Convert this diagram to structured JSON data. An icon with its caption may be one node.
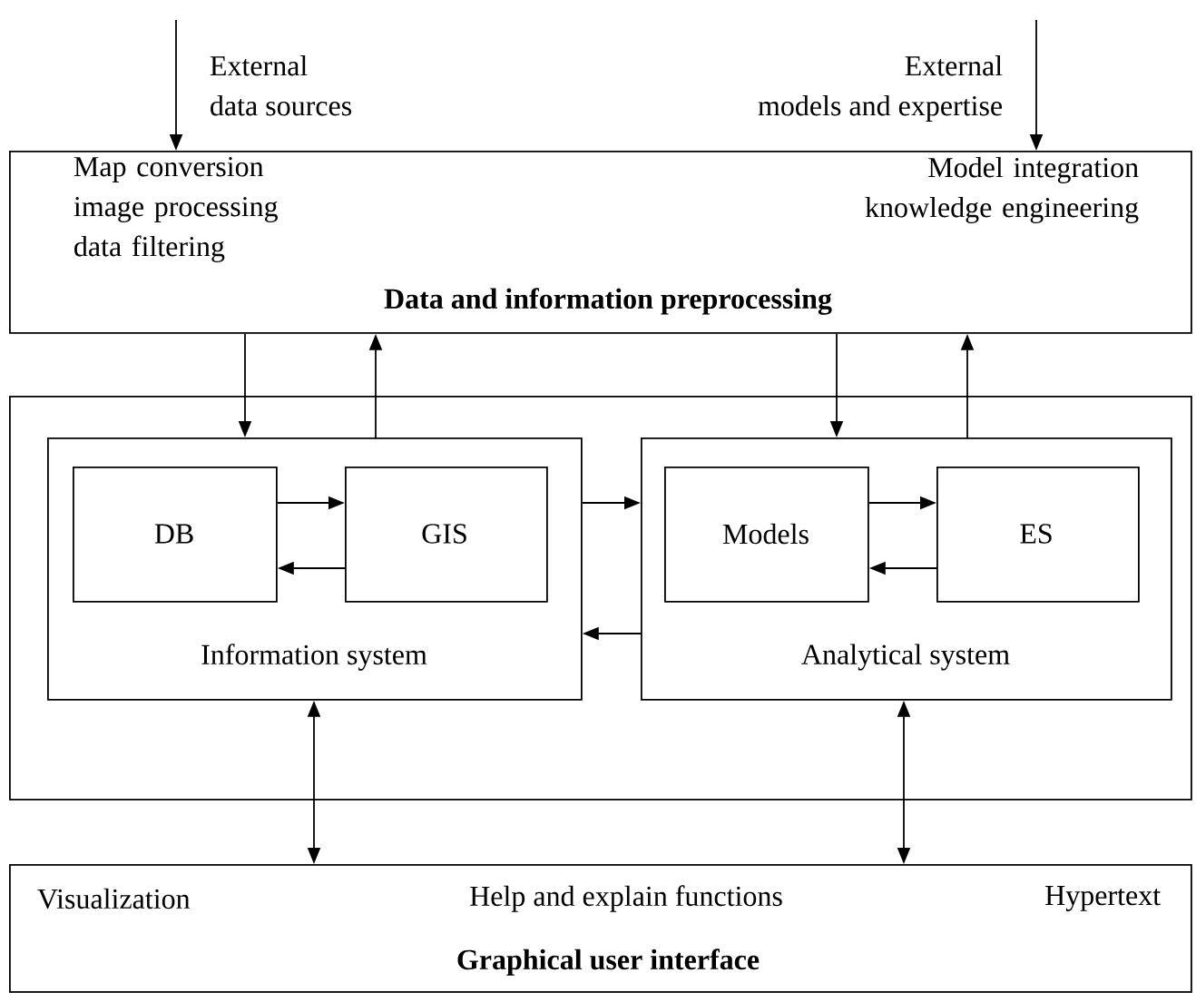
{
  "diagram": {
    "nodes": [
      {
        "text": [
          "Map conversion image processing data filtering",
          "Model integration knowledge engineering",
          "Data and information preprocessing"
        ]
      },
      {
        "text": [],
        "shape": "box"
      },
      {
        "text": [
          "Information system"
        ],
        "in": 1
      },
      {
        "text": [
          "DB"
        ],
        "in": 2
      },
      {
        "text": [
          "GIS"
        ],
        "in": 2
      },
      {
        "text": [
          "Analytical system"
        ],
        "in": 1
      },
      {
        "text": [
          "Models"
        ],
        "in": 5
      },
      {
        "text": [
          "ES"
        ],
        "in": 5
      },
      {
        "text": [
          "Visualization",
          "Help and explain functions",
          "Hypertext",
          "Graphical user interface"
        ]
      }
    ],
    "edges": [
      {
        "from": null,
        "to": 0,
        "arrow": "to"
      },
      {
        "from": null,
        "to": 0,
        "arrow": "to"
      },
      {
        "from": 0,
        "to": 2,
        "arrow": "to"
      },
      {
        "from": 2,
        "to": 0,
        "arrow": "to"
      },
      {
        "from": 0,
        "to": 5,
        "arrow": "to"
      },
      {
        "from": 5,
        "to": 0,
        "arrow": "to"
      },
      {
        "from": 3,
        "to": 4,
        "arrow": "to"
      },
      {
        "from": 4,
        "to": 3,
        "arrow": "to"
      },
      {
        "from": 2,
        "to": 5,
        "arrow": "to"
      },
      {
        "from": 5,
        "to": 2,
        "arrow": "to"
      },
      {
        "from": 6,
        "to": 7,
        "arrow": "to"
      },
      {
        "from": 7,
        "to": 6,
        "arrow": "to"
      },
      {
        "from": 2,
        "to": 8,
        "arrow": "both"
      },
      {
        "from": 5,
        "to": 8,
        "arrow": "both"
      }
    ],
    "labels": [
      "External data sources",
      "External models and expertise"
    ]
  }
}
